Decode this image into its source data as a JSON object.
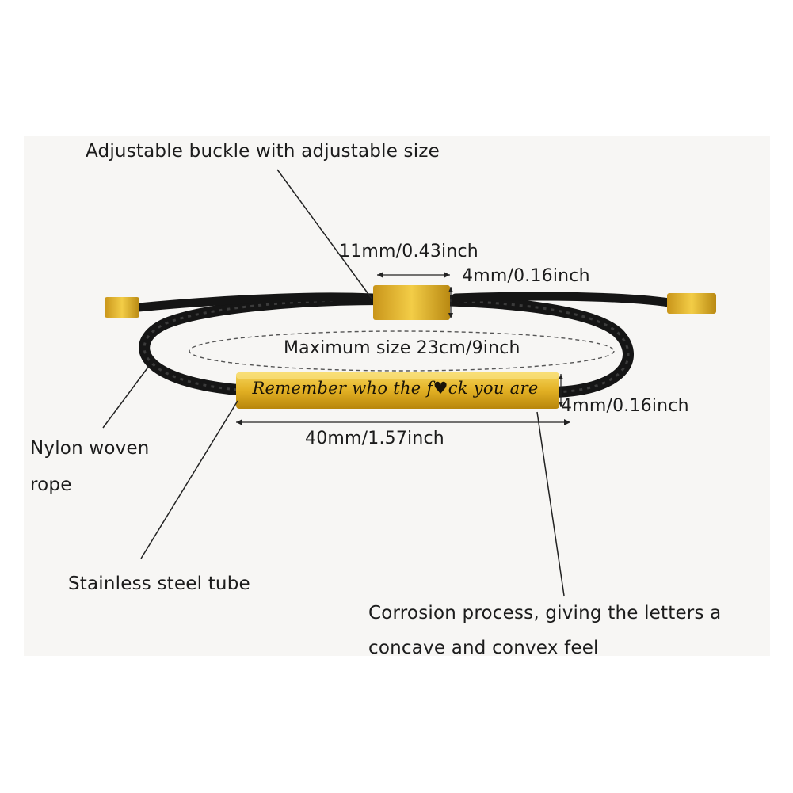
{
  "labels": {
    "buckle": "Adjustable buckle with adjustable size",
    "buckle_length": "11mm/0.43inch",
    "buckle_width": "4mm/0.16inch",
    "max_size": "Maximum size 23cm/9inch",
    "tube_height": "4mm/0.16inch",
    "tube_length": "40mm/1.57inch",
    "rope": "Nylon woven rope",
    "tube": "Stainless steel tube",
    "corrosion": "Corrosion process, giving the letters a concave and convex feel"
  },
  "engraving": "Remember who the f♥ck you are",
  "colors": {
    "background": "#ffffff",
    "panel": "#f7f6f4",
    "gold": "#d9a619",
    "gold_light": "#f2cf4e",
    "rope": "#141414",
    "text": "#1c1c1c"
  }
}
